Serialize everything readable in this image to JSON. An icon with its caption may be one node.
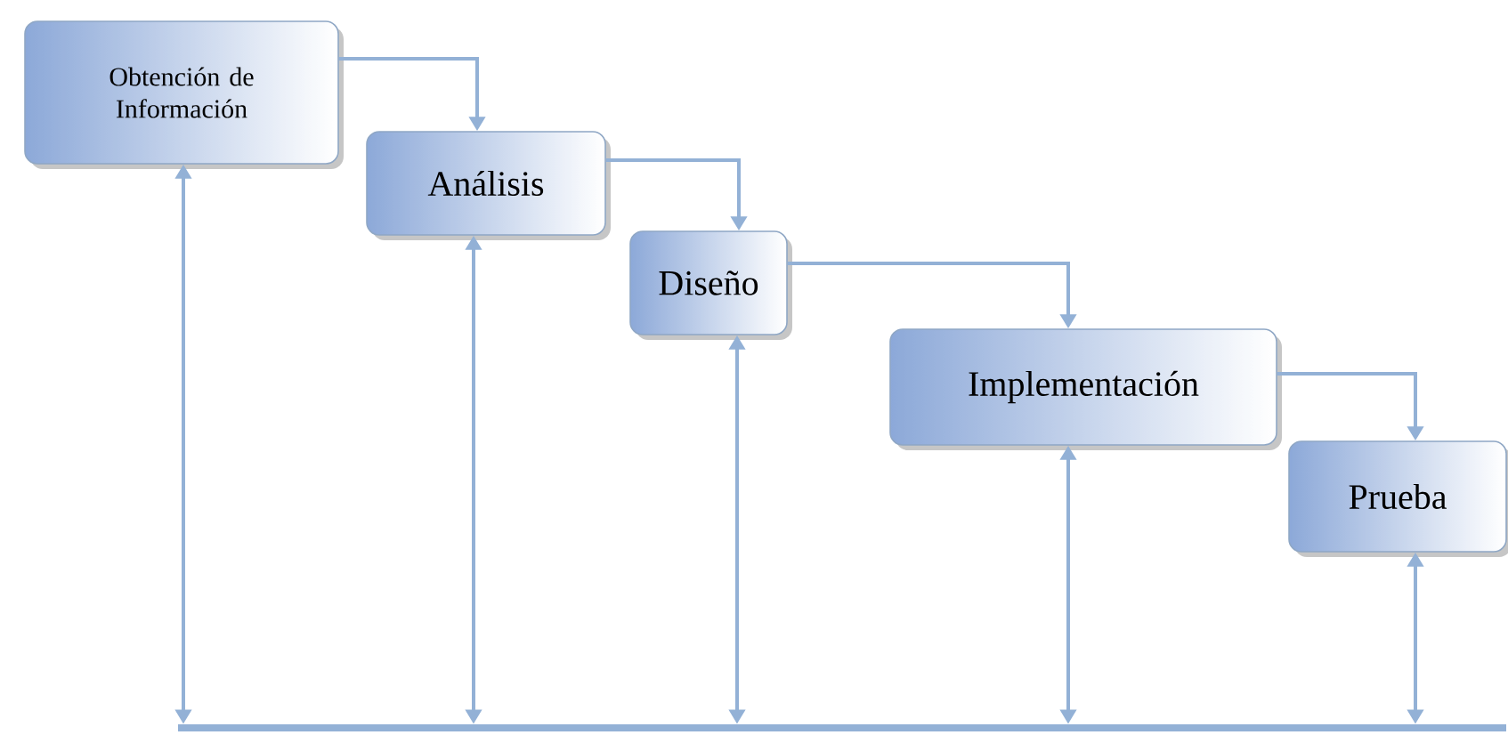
{
  "diagram": {
    "nodes": [
      {
        "text": [
          "Obtención de Información"
        ]
      },
      {
        "text": [
          "Análisis"
        ]
      },
      {
        "text": [
          "Diseño"
        ]
      },
      {
        "text": [
          "Implementación"
        ]
      },
      {
        "text": [
          "Prueba"
        ]
      },
      {
        "text": [],
        "shape": "bar"
      }
    ],
    "edges": [
      {
        "from": 0,
        "to": 1,
        "arrow": "to"
      },
      {
        "from": 1,
        "to": 2,
        "arrow": "to"
      },
      {
        "from": 2,
        "to": 3,
        "arrow": "to"
      },
      {
        "from": 3,
        "to": 4,
        "arrow": "to"
      },
      {
        "from": 0,
        "to": 5,
        "arrow": "both"
      },
      {
        "from": 1,
        "to": 5,
        "arrow": "both"
      },
      {
        "from": 2,
        "to": 5,
        "arrow": "both"
      },
      {
        "from": 3,
        "to": 5,
        "arrow": "both"
      },
      {
        "from": 4,
        "to": 5,
        "arrow": "both"
      }
    ]
  }
}
